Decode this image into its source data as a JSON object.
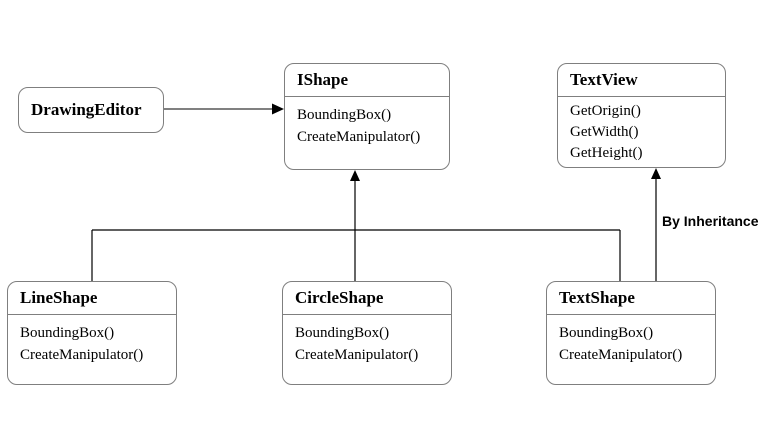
{
  "diagram": {
    "colors": {
      "background": "#ffffff",
      "box_border": "#7f7f7f",
      "box_fill": "#ffffff",
      "inheritance_line": "#000000",
      "association_line": "#808080",
      "arrowhead": "#000000",
      "text": "#000000"
    },
    "classes": [
      {
        "name": "DrawingEditor",
        "methods": []
      },
      {
        "name": "IShape",
        "methods": [
          "BoundingBox()",
          "CreateManipulator()"
        ]
      },
      {
        "name": "TextView",
        "methods": [
          "GetOrigin()",
          "GetWidth()",
          "GetHeight()"
        ]
      },
      {
        "name": "LineShape",
        "methods": [
          "BoundingBox()",
          "CreateManipulator()"
        ]
      },
      {
        "name": "CircleShape",
        "methods": [
          "BoundingBox()",
          "CreateManipulator()"
        ]
      },
      {
        "name": "TextShape",
        "methods": [
          "BoundingBox()",
          "CreateManipulator()"
        ]
      }
    ],
    "relationships": [
      {
        "from": "DrawingEditor",
        "to": "IShape",
        "type": "association"
      },
      {
        "from": "LineShape",
        "to": "IShape",
        "type": "inheritance"
      },
      {
        "from": "CircleShape",
        "to": "IShape",
        "type": "inheritance"
      },
      {
        "from": "TextShape",
        "to": "IShape",
        "type": "inheritance"
      },
      {
        "from": "TextShape",
        "to": "TextView",
        "type": "inheritance"
      }
    ],
    "annotation": {
      "label": "By Inheritance"
    }
  }
}
